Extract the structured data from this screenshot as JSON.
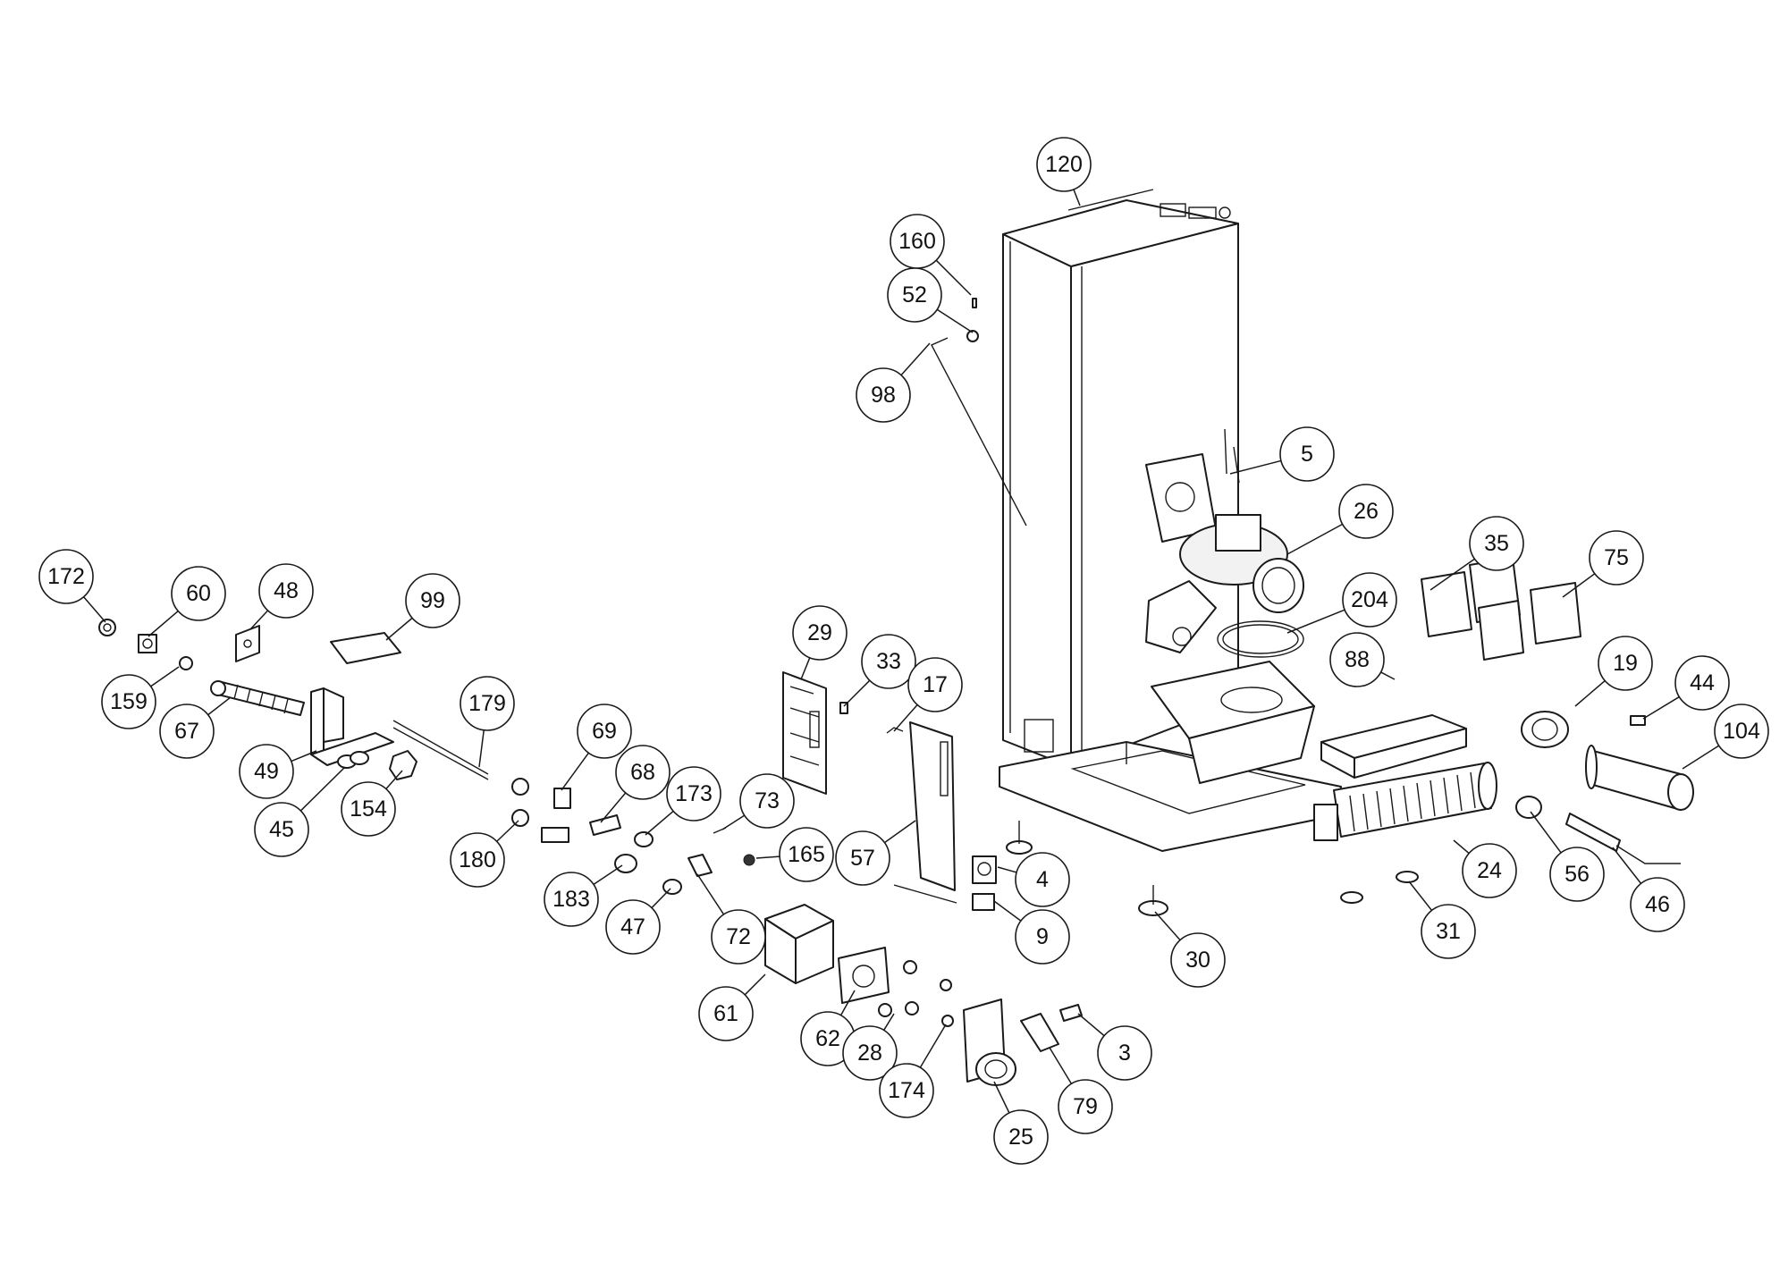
{
  "callouts": [
    "120",
    "160",
    "52",
    "98",
    "5",
    "26",
    "204",
    "35",
    "75",
    "88",
    "19",
    "44",
    "104",
    "172",
    "60",
    "48",
    "99",
    "159",
    "67",
    "179",
    "49",
    "45",
    "154",
    "69",
    "68",
    "173",
    "29",
    "33",
    "17",
    "73",
    "165",
    "57",
    "4",
    "9",
    "180",
    "183",
    "47",
    "72",
    "61",
    "62",
    "28",
    "174",
    "25",
    "79",
    "3",
    "30",
    "24",
    "31",
    "56",
    "46"
  ],
  "colors": {
    "line": "#1a1a1a",
    "background": "#ffffff"
  }
}
